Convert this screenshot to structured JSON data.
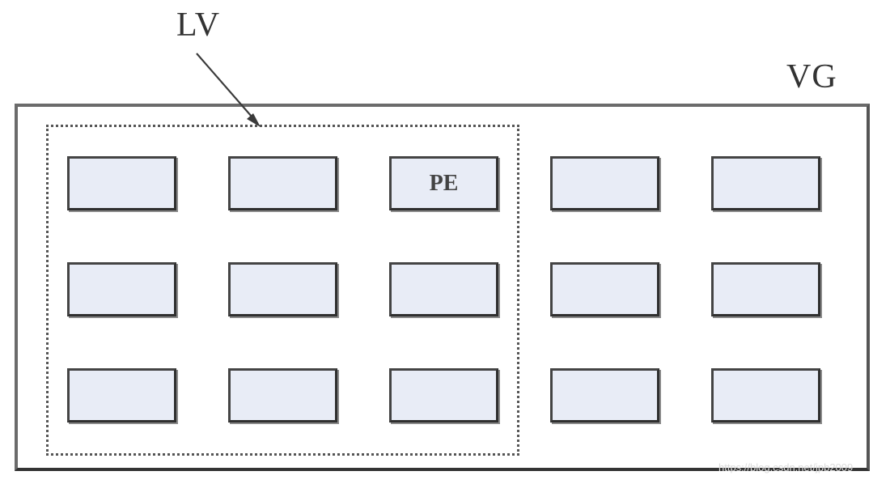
{
  "diagram": {
    "lv_label": "LV",
    "vg_label": "VG",
    "pe_label": "PE",
    "watermark": "https://blog.csdn.net/jpb2009",
    "colors": {
      "pe_fill": "#e8ecf6",
      "pe_border": "#2f2f2f",
      "vg_border": "#6b6b6b",
      "lv_border": "#555555",
      "text": "#333333"
    },
    "grid": {
      "rows": 3,
      "cols": 5
    },
    "lv_covers": {
      "rows": 3,
      "cols": 3
    }
  }
}
